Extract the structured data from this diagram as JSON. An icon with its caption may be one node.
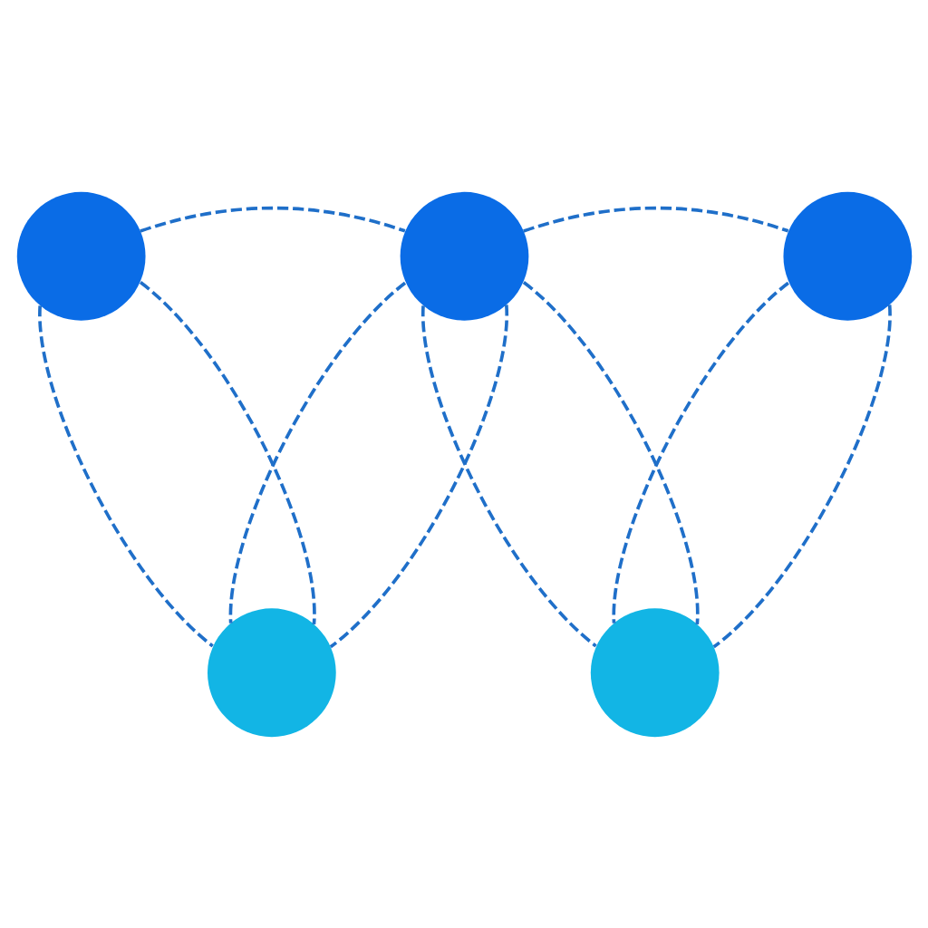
{
  "diagram": {
    "nodes": [
      {
        "text": [],
        "shape": "circle"
      },
      {
        "text": [],
        "shape": "circle"
      },
      {
        "text": [],
        "shape": "circle"
      },
      {
        "text": [],
        "shape": "circle"
      },
      {
        "text": [],
        "shape": "circle"
      }
    ],
    "edges": [
      {
        "from": 0,
        "to": 1,
        "arrow": "none",
        "style": "dashed"
      },
      {
        "from": 1,
        "to": 2,
        "arrow": "none",
        "style": "dashed"
      },
      {
        "from": 0,
        "to": 3,
        "arrow": "none",
        "style": "dashed"
      },
      {
        "from": 0,
        "to": 3,
        "arrow": "none",
        "style": "dashed"
      },
      {
        "from": 1,
        "to": 3,
        "arrow": "none",
        "style": "dashed"
      },
      {
        "from": 1,
        "to": 3,
        "arrow": "none",
        "style": "dashed"
      },
      {
        "from": 1,
        "to": 4,
        "arrow": "none",
        "style": "dashed"
      },
      {
        "from": 1,
        "to": 4,
        "arrow": "none",
        "style": "dashed"
      },
      {
        "from": 2,
        "to": 4,
        "arrow": "none",
        "style": "dashed"
      },
      {
        "from": 2,
        "to": 4,
        "arrow": "none",
        "style": "dashed"
      }
    ]
  }
}
